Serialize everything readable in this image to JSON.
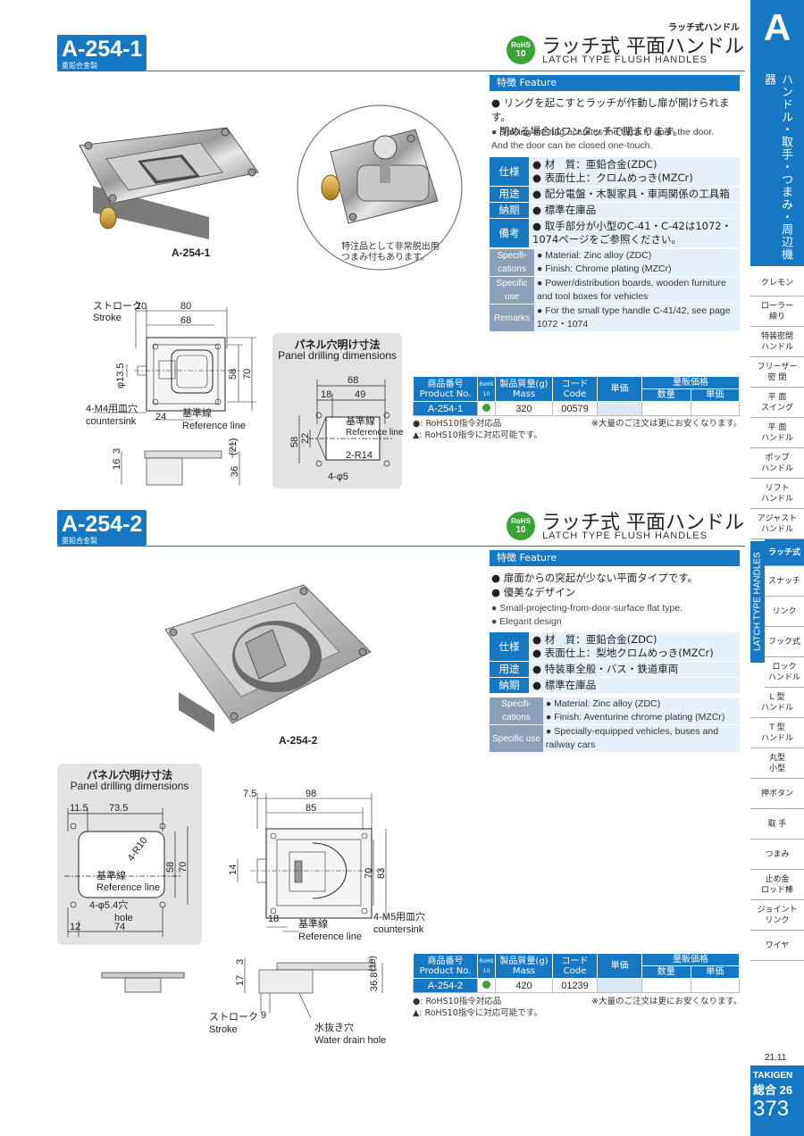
{
  "header": {
    "category": "ラッチ式ハンドル"
  },
  "side": {
    "letter": "A",
    "vertical_label": "ハンドル・取手・つまみ・周辺機器",
    "latch_label": "LATCH TYPE HANDLES",
    "tabs": [
      {
        "label": "クレモン"
      },
      {
        "label": "ローラー\n締り"
      },
      {
        "label": "特装密閉\nハンドル"
      },
      {
        "label": "フリーザー\n密 閉"
      },
      {
        "label": "平 面\nスイング"
      },
      {
        "label": "平 面\nハンドル"
      },
      {
        "label": "ポップ\nハンドル"
      },
      {
        "label": "リフト\nハンドル"
      },
      {
        "label": "アジャスト\nハンドル"
      },
      {
        "label": "ラッチ式"
      },
      {
        "label": "スナッチ"
      },
      {
        "label": "リンク"
      },
      {
        "label": "フック式"
      },
      {
        "label": "ロック\nハンドル"
      },
      {
        "label": "L 型\nハンドル"
      },
      {
        "label": "T 型\nハンドル"
      },
      {
        "label": "丸型\n小型"
      },
      {
        "label": "押ボタン"
      },
      {
        "label": "取 手"
      },
      {
        "label": "つまみ"
      },
      {
        "label": "止め金\nロッド棒"
      },
      {
        "label": "ジョイント\nリンク"
      },
      {
        "label": "ワイヤ"
      }
    ]
  },
  "footer": {
    "date": "21.11",
    "brand": "TAKIGEN",
    "total_label": "総合",
    "total_num": "26",
    "page": "373"
  },
  "common": {
    "rohs_line1": "RoHS",
    "rohs_line2": "10",
    "title_jp": "ラッチ式 平面ハンドル",
    "title_en": "LATCH TYPE FLUSH HANDLES",
    "feature_label": "特徴 Feature",
    "material_label": "亜鉛合金製",
    "table_headers": {
      "product_jp": "商品番号",
      "product_en": "Product No.",
      "rohs": "RoHS\n10",
      "mass_jp": "製品質量(g)",
      "mass_en": "Mass",
      "code_jp": "コード",
      "code_en": "Code",
      "unit_price": "単価",
      "volume_price": "量販価格",
      "quantity": "数量",
      "price": "単価"
    },
    "note1": "●: RoHS10指令対応品",
    "note2": "▲: RoHS10指令に対応可能です。",
    "note3": "※大量のご注文は更にお安くなります。",
    "panel_jp": "パネル穴明け寸法",
    "panel_en": "Panel drilling dimensions"
  },
  "product1": {
    "code": "A-254-1",
    "feature_jp": [
      "リングを起こすとラッチが作動し扉が開けられます。",
      "閉める場合はワンタッチで閉まります。"
    ],
    "feature_en": [
      "Raising the ring actuates the latch to open the door.",
      "And the door can be closed one-touch."
    ],
    "spec_jp": [
      {
        "label": "仕様",
        "lines": [
          "材　質：亜鉛合金(ZDC)",
          "表面仕上：クロムめっき(MZCr)"
        ]
      },
      {
        "label": "用途",
        "lines": [
          "配分電盤・木製家具・車両関係の工具箱"
        ]
      },
      {
        "label": "納期",
        "lines": [
          "標準在庫品"
        ]
      },
      {
        "label": "備考",
        "lines": [
          "取手部分が小型のC-41・C-42は1072・1074ページをご参照ください。"
        ]
      }
    ],
    "spec_en": [
      {
        "label": "Specifi-\ncations",
        "lines": [
          "Material: Zinc alloy (ZDC)",
          "Finish: Chrome plating (MZCr)"
        ]
      },
      {
        "label": "Specific\nuse",
        "lines": [
          "Power/distribution boards, wooden furniture and tool boxes for vehicles"
        ]
      },
      {
        "label": "Remarks",
        "lines": [
          "For the small type handle C-41/42, see page 1072・1074"
        ]
      }
    ],
    "photo_caption": "A-254-1",
    "circle_note": "特注品として非常脱出用\nつまみ付もあります。",
    "row": {
      "product": "A-254-1",
      "mass": "320",
      "code": "00579"
    },
    "dims": {
      "stroke_jp": "ストローク",
      "stroke_en": "Stroke",
      "stroke_val": "10",
      "w80": "80",
      "w68": "68",
      "d135": "φ13.5",
      "h58": "58",
      "h70": "70",
      "hole_jp": "4-M4用皿穴",
      "hole_en": "countersink",
      "d24": "24",
      "ref_jp": "基準線",
      "ref_en": "Reference line",
      "s16": "16",
      "s3": "3",
      "s21": "(21)",
      "s36": "36"
    },
    "panel": {
      "w68": "68",
      "w18": "18",
      "w49": "49",
      "h58": "58",
      "h22": "22",
      "ref_jp": "基準線",
      "ref_en": "Reference\nline",
      "r14": "2-R14",
      "holes": "4-φ5"
    }
  },
  "product2": {
    "code": "A-254-2",
    "feature_jp": [
      "扉面からの突起が少ない平面タイプです。",
      "優美なデザイン"
    ],
    "feature_en": [
      "Small-projecting-from-door-surface flat type.",
      "Elegant design"
    ],
    "spec_jp": [
      {
        "label": "仕様",
        "lines": [
          "材　質：亜鉛合金(ZDC)",
          "表面仕上：梨地クロムめっき(MZCr)"
        ]
      },
      {
        "label": "用途",
        "lines": [
          "特装車全般・バス・鉄道車両"
        ]
      },
      {
        "label": "納期",
        "lines": [
          "標準在庫品"
        ]
      }
    ],
    "spec_en": [
      {
        "label": "Specifi-\ncations",
        "lines": [
          "Material: Zinc alloy (ZDC)",
          "Finish: Aventurine chrome plating (MZCr)"
        ]
      },
      {
        "label": "Specific use",
        "lines": [
          "Specially-equipped vehicles, buses and railway cars"
        ]
      }
    ],
    "photo_caption": "A-254-2",
    "row": {
      "product": "A-254-2",
      "mass": "420",
      "code": "01239"
    },
    "panel": {
      "w115": "11.5",
      "w735": "73.5",
      "r10": "4-R10",
      "h58": "58",
      "h70": "70",
      "ref_jp": "基準線",
      "ref_en": "Reference line",
      "hole_jp": "4-φ5.4穴",
      "hole_en": "hole",
      "w12": "12",
      "w74": "74"
    },
    "dims": {
      "w75": "7.5",
      "w98": "98",
      "w85": "85",
      "h14": "14",
      "h70": "70",
      "h83": "83",
      "w18": "18",
      "ref_jp": "基準線",
      "ref_en": "Reference line",
      "hole_jp": "4-M5用皿穴",
      "hole_en": "countersink",
      "s3": "3",
      "s17": "17",
      "s18": "(18)",
      "s368": "36.8",
      "stroke_jp": "ストローク",
      "stroke_en": "Stroke",
      "stroke_val": "9",
      "drain_jp": "水抜き穴",
      "drain_en": "Water drain hole"
    }
  }
}
